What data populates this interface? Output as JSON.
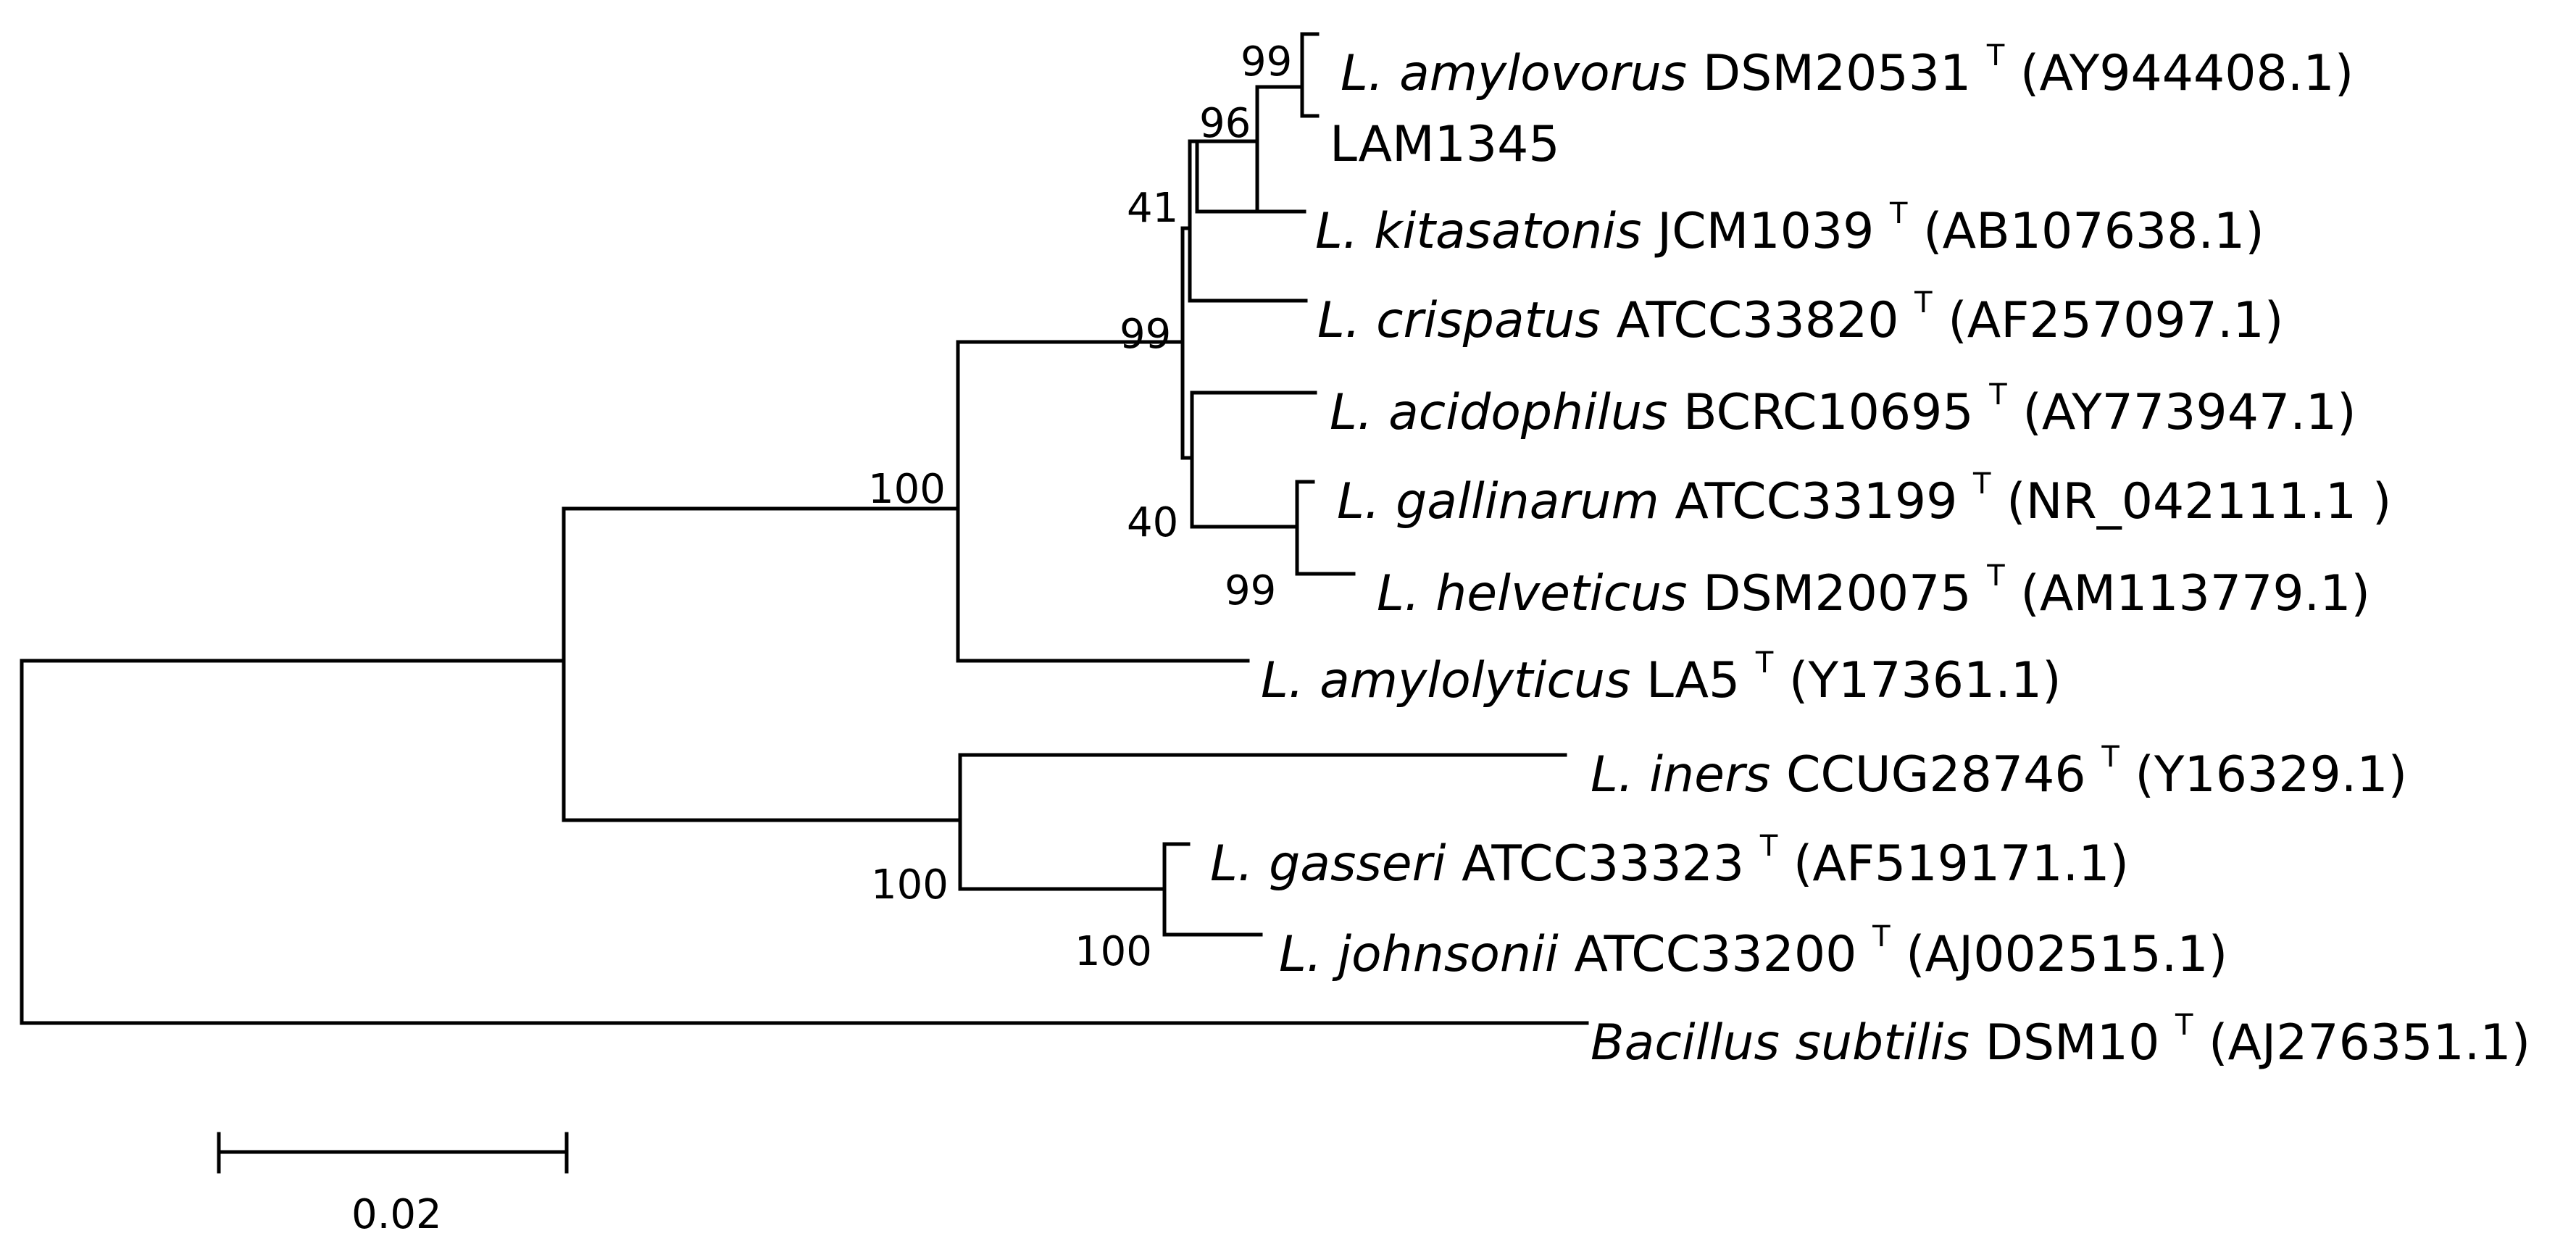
{
  "tree": {
    "taxa": {
      "amylovorus": {
        "genus": "L. amylovorus",
        "strain": "DSM20531",
        "type": "T",
        "accession": "(AY944408.1)"
      },
      "lam1345": {
        "label": "LAM1345",
        "color": "#ff1a1a"
      },
      "kitasatonis": {
        "genus": "L. kitasatonis",
        "strain": "JCM1039",
        "type": "T",
        "accession": "(AB107638.1)"
      },
      "crispatus": {
        "genus": "L. crispatus",
        "strain": "ATCC33820",
        "type": "T",
        "accession": "(AF257097.1)"
      },
      "acidophilus": {
        "genus": "L. acidophilus",
        "strain": "BCRC10695",
        "type": "T",
        "accession": "(AY773947.1)"
      },
      "gallinarum": {
        "genus": "L. gallinarum",
        "strain": "ATCC33199",
        "type": "T",
        "accession": "(NR_042111.1 )"
      },
      "helveticus": {
        "genus": "L. helveticus",
        "strain": "DSM20075",
        "type": "T",
        "accession": "(AM113779.1)"
      },
      "amylolyticus": {
        "genus": "L. amylolyticus",
        "strain": "LA5",
        "type": "T",
        "accession": "(Y17361.1)"
      },
      "iners": {
        "genus": "L. iners",
        "strain": "CCUG28746",
        "type": "T",
        "accession": "(Y16329.1)"
      },
      "gasseri": {
        "genus": "L. gasseri",
        "strain": "ATCC33323",
        "type": "T",
        "accession": "(AF519171.1)"
      },
      "johnsonii": {
        "genus": "L. johnsonii",
        "strain": "ATCC33200",
        "type": "T",
        "accession": "(AJ002515.1)"
      },
      "bacillus": {
        "genus": "Bacillus subtilis",
        "strain": "DSM10",
        "type": "T",
        "accession": "(AJ276351.1)"
      }
    },
    "support_values": {
      "amylovorus_lam1345": "99",
      "with_kitasatonis": "96",
      "with_crispatus": "41",
      "acidophilus_group": "99",
      "gallinarum_group": "40",
      "gallinarum_helveticus": "99",
      "with_amylolyticus": "100",
      "iners_group": "100",
      "gasseri_johnsonii": "100"
    },
    "scale_bar": {
      "label": "0.02",
      "value": 0.02
    }
  }
}
